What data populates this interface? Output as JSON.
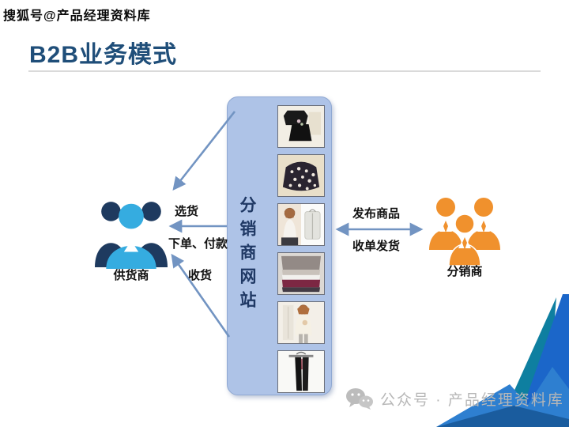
{
  "slide": {
    "top_watermark": "搜狐号@产品经理资料库",
    "title": "B2B业务模式",
    "bottom_watermark": "公众号 · 产品经理资料库"
  },
  "diagram": {
    "platform_label": "分销商网站",
    "supplier_label": "供货商",
    "distributor_label": "分销商",
    "left_flows": [
      {
        "label": "选货"
      },
      {
        "label": "下单、付款"
      },
      {
        "label": "收货"
      }
    ],
    "right_flows": [
      {
        "label": "发布商品"
      },
      {
        "label": "收单发货"
      }
    ],
    "product_photos": [
      "black-two-piece-set",
      "dark-floral-sweater",
      "model-white-blouse-and-jacket",
      "folded-clothes-stack",
      "model-white-sweater",
      "black-pants-on-hanger"
    ]
  },
  "colors": {
    "title": "#1F4E79",
    "box_fill": "#AEC3E7",
    "box_border": "#8FA8D2",
    "arrow": "#7294C2",
    "icon_blue": "#35ACE0",
    "icon_navy": "#1E3A5F",
    "icon_orange": "#F0912D",
    "watermark_gray": "#B7B7B7",
    "corner_teal": "#0E7FA0",
    "corner_royal": "#1B66C9",
    "corner_mid_blue": "#2E7FD0"
  }
}
